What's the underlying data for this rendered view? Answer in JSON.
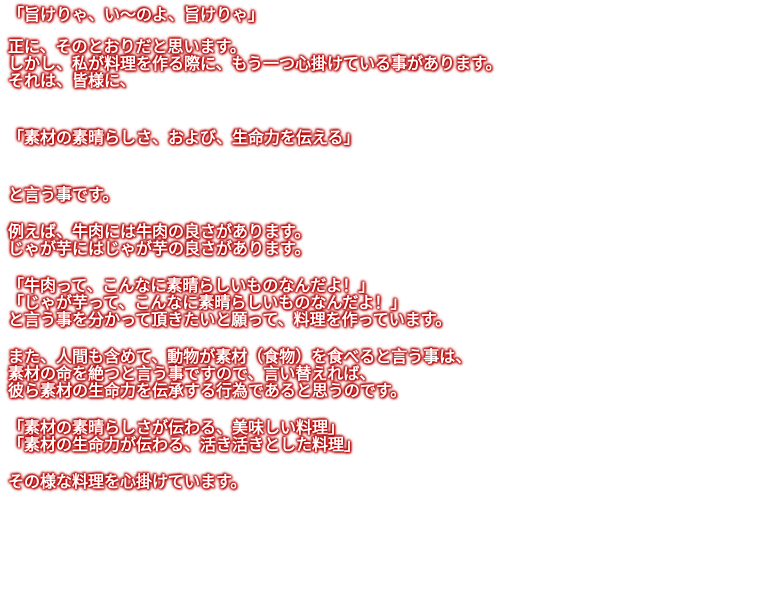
{
  "paragraphs": [
    {
      "lines": [
        "「旨けりゃ、い～のよ、旨けりゃ」"
      ]
    },
    {
      "lines": [
        "正に、そのとおりだと思います。",
        "しかし、私が料理を作る際に、もう一つ心掛けている事があります。",
        "それは、皆様に、"
      ]
    },
    {
      "lines": [
        "「素材の素晴らしさ、および、生命力を伝える」"
      ]
    },
    {
      "lines": [
        "と言う事です。"
      ]
    },
    {
      "lines": [
        "例えば、牛肉には牛肉の良さがあります。",
        "じゃが芋にはじゃが芋の良さがあります。"
      ]
    },
    {
      "lines": [
        "「牛肉って、こんなに素晴らしいものなんだよ！」",
        "「じゃが芋って、こんなに素晴らしいものなんだよ！」",
        "と言う事を分かって頂きたいと願って、料理を作っています。"
      ]
    },
    {
      "lines": [
        "また、人間も含めて、動物が素材（食物）を食べると言う事は、",
        "素材の命を絶つと言う事ですので、言い替えれば、",
        "彼ら素材の生命力を伝承する行為であると思うのです。"
      ]
    },
    {
      "lines": [
        "「素材の素晴らしさが伝わる、美味しい料理」",
        "「素材の生命力が伝わる、活き活きとした料理」"
      ]
    },
    {
      "lines": [
        "その様な料理を心掛けています。"
      ]
    }
  ]
}
